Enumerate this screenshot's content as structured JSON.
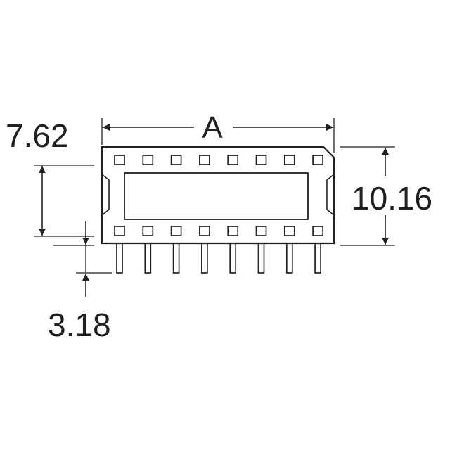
{
  "dimensions": {
    "length_label": "A",
    "row_spacing": "7.62",
    "body_width": "10.16",
    "pin_length": "3.18"
  },
  "component": {
    "pins_per_side": 8,
    "visible_pin_leads": 8
  },
  "colors": {
    "line": "#231f20",
    "background": "#ffffff"
  }
}
